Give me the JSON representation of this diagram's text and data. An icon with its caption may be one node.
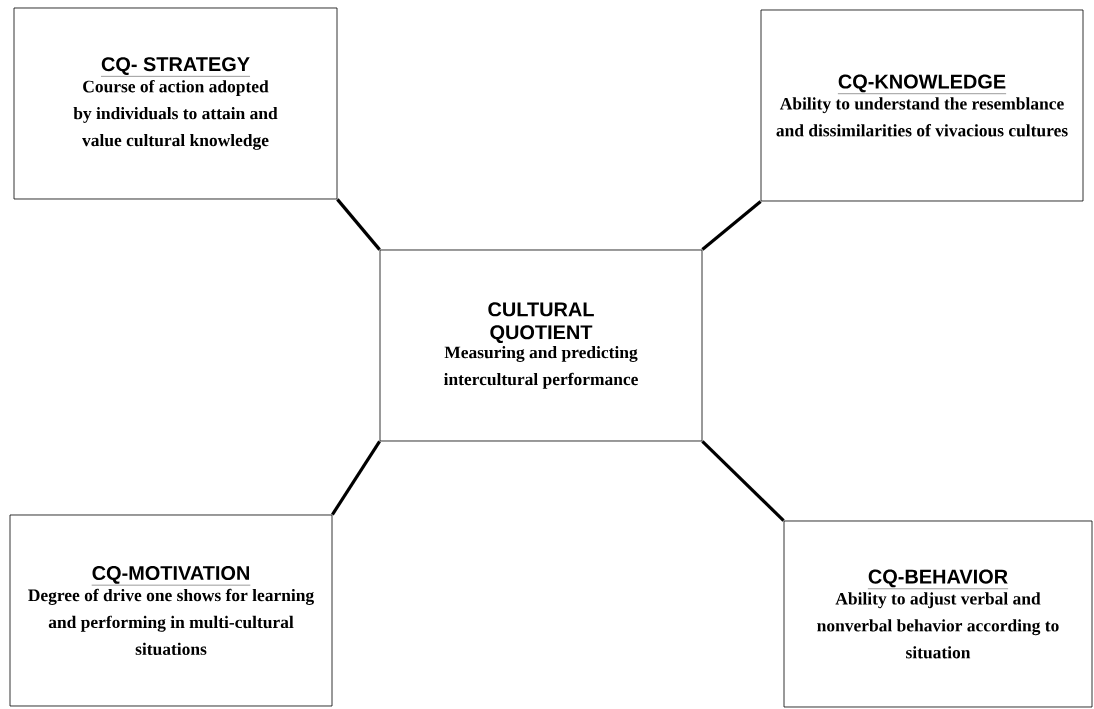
{
  "diagram": {
    "nodes": [
      {
        "text": [
          "CULTURAL QUOTIENT",
          "Measuring and predicting intercultural performance"
        ]
      },
      {
        "text": [
          "CQ- STRATEGY",
          "Course of action adopted by individuals to attain and value cultural knowledge"
        ]
      },
      {
        "text": [
          "CQ-KNOWLEDGE",
          "Ability to understand the resemblance and dissimilarities of vivacious cultures"
        ]
      },
      {
        "text": [
          "CQ-MOTIVATION",
          "Degree of drive one shows for learning and performing in multi-cultural situations"
        ]
      },
      {
        "text": [
          "CQ-BEHAVIOR",
          "Ability to adjust verbal and nonverbal behavior according to situation"
        ]
      }
    ],
    "edges": [
      {
        "from": 0,
        "to": 1,
        "arrow": "none"
      },
      {
        "from": 0,
        "to": 2,
        "arrow": "none"
      },
      {
        "from": 0,
        "to": 3,
        "arrow": "none"
      },
      {
        "from": 0,
        "to": 4,
        "arrow": "none"
      }
    ]
  }
}
